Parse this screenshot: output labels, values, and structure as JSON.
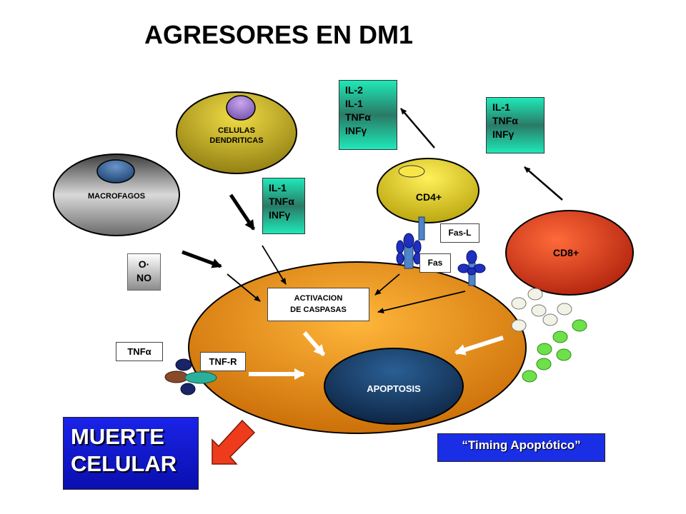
{
  "title": "AGRESORES EN DM1",
  "cells": {
    "macrofagos": "MACROFAGOS",
    "dendriticas_line1": "CELULAS",
    "dendriticas_line2": "DENDRITICAS",
    "cd4": "CD4+",
    "cd8": "CD8+",
    "apoptosis": "APOPTOSIS"
  },
  "cytokines": {
    "cd4_box": [
      "IL-2",
      "IL-1",
      "TNFα",
      "INFγ"
    ],
    "cd8_box": [
      "IL-1",
      "TNFα",
      "INFγ"
    ],
    "dendritic_box": [
      "IL-1",
      "TNFα",
      "INFγ"
    ]
  },
  "labels": {
    "fas_l": "Fas-L",
    "fas": "Fas",
    "radicals_line1": "O·",
    "radicals_line2": "NO",
    "tnf": "TNFα",
    "tnf_r": "TNF-R",
    "caspases_line1": "ACTIVACION",
    "caspases_line2": "DE CASPASAS"
  },
  "muerte": {
    "line1": "MUERTE",
    "line2": "CELULAR"
  },
  "timing": "“Timing Apoptótico”",
  "colors": {
    "target_cell": "#f39a1a",
    "apoptosis_nucleus": "#15385f",
    "cd4": "#f0e020",
    "cd8": "#e63a17",
    "dendritic": "#d9bf2b",
    "macrophage": "#9a9a9a",
    "cytokine_box": "#1fe8b8",
    "muerte_box": "#1a23e8",
    "big_arrow": "#ee3b1c"
  }
}
